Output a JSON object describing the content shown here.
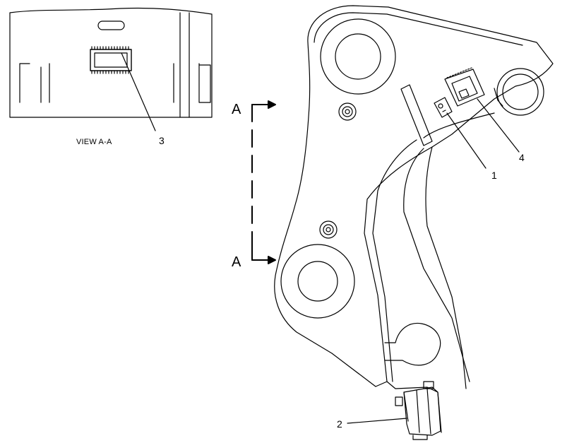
{
  "inset": {
    "caption": "VIEW A-A",
    "callout": "3"
  },
  "section_marks": {
    "top": "A",
    "bottom": "A"
  },
  "callouts": {
    "c1": "1",
    "c2": "2",
    "c4": "4"
  },
  "colors": {
    "line": "#000000",
    "background": "#ffffff"
  }
}
